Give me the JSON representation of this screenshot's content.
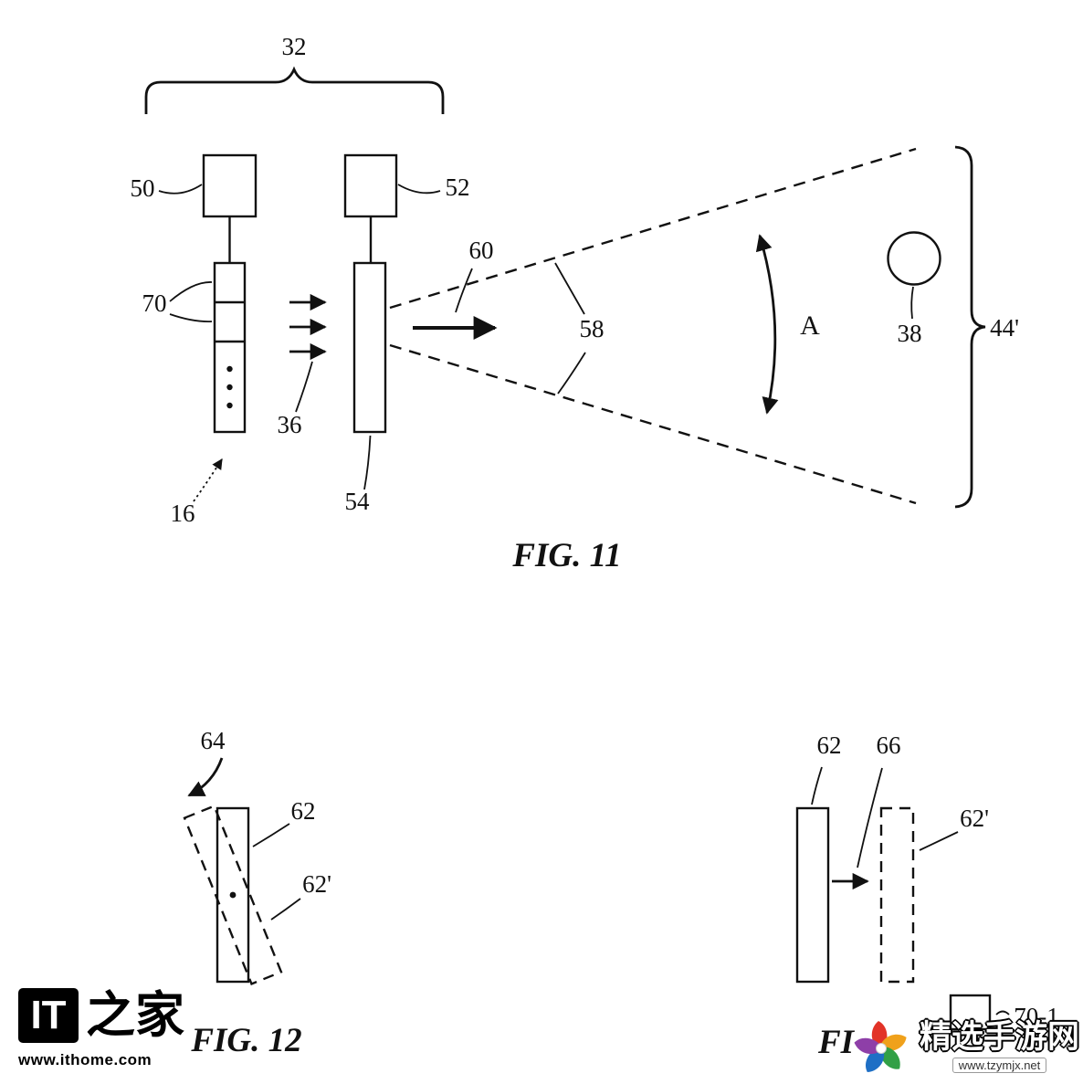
{
  "fig11": {
    "caption": "FIG. 11",
    "labels": {
      "n32": "32",
      "n50": "50",
      "n52": "52",
      "n70": "70",
      "n36": "36",
      "n16": "16",
      "n54": "54",
      "n60": "60",
      "n58": "58",
      "nA": "A",
      "n38": "38",
      "n44p": "44'"
    }
  },
  "fig12": {
    "caption": "FIG. 12",
    "labels": {
      "n64": "64",
      "n62": "62",
      "n62p": "62'"
    }
  },
  "fig13": {
    "caption_visible": "FI",
    "labels": {
      "n62": "62",
      "n66": "66",
      "n62p": "62'",
      "n70_1": "70-1"
    }
  },
  "watermarks": {
    "ithome": {
      "logo": "IT",
      "brand": "之家",
      "url": "www.ithome.com"
    },
    "tzymjx": {
      "brand": "精选手游网",
      "url": "www.tzymjx.net"
    }
  },
  "colors": {
    "ink": "#111111",
    "paper": "#ffffff",
    "petals": [
      "#e23327",
      "#f0a11b",
      "#31a046",
      "#1e6fc5",
      "#8e3fa8"
    ]
  }
}
